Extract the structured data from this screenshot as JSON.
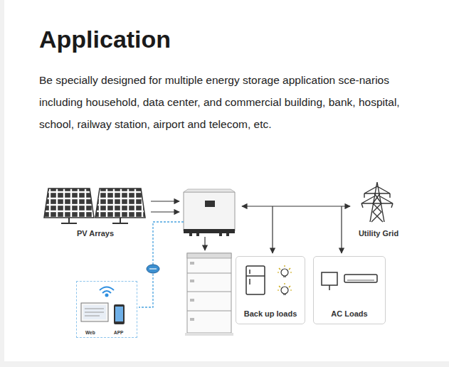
{
  "diagram": {
    "title": "Application",
    "nodes": [
      {
        "text": [
          "PV Arrays"
        ]
      },
      {
        "text": [
          "Utility Grid"
        ]
      },
      {
        "text": [
          "Web",
          "APP"
        ]
      },
      {
        "text": [
          "Back up loads"
        ]
      },
      {
        "text": [
          "AC Loads"
        ]
      }
    ],
    "labels": [
      "Be specially designed for multiple energy storage application sce-narios including household, data center, and commercial building, bank, hospital, school, railway station, airport and telecom, etc."
    ]
  }
}
